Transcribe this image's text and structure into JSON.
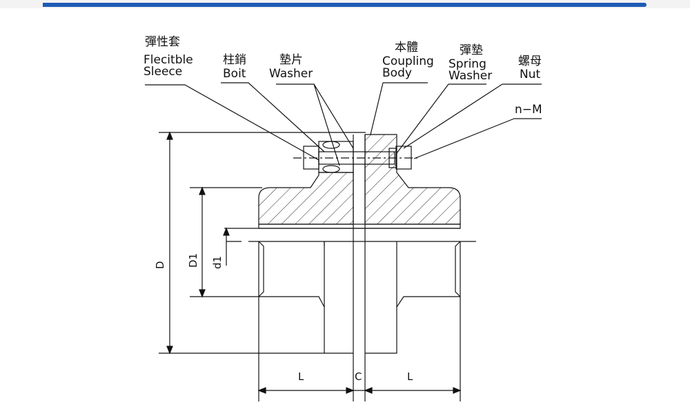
{
  "labels": {
    "flexible_sleeve_cn": "彈性套",
    "flexible_sleeve_en1": "Flecitble",
    "flexible_sleeve_en2": "Sleece",
    "bolt_cn": "柱銷",
    "bolt_en": "Boit",
    "washer_cn": "墊片",
    "washer_en": "Washer",
    "coupling_body_cn": "本體",
    "coupling_body_en1": "Coupling",
    "coupling_body_en2": "Body",
    "spring_washer_cn": "彈墊",
    "spring_washer_en1": "Spring",
    "spring_washer_en2": "Washer",
    "nut_cn": "螺母",
    "nut_en": "Nut",
    "n_m": "n−M"
  },
  "dimensions": {
    "D": "D",
    "D1": "D1",
    "d1": "d1",
    "L_left": "L",
    "C": "C",
    "L_right": "L"
  },
  "colors": {
    "accent": "#1e5bb5",
    "line": "#111111"
  }
}
